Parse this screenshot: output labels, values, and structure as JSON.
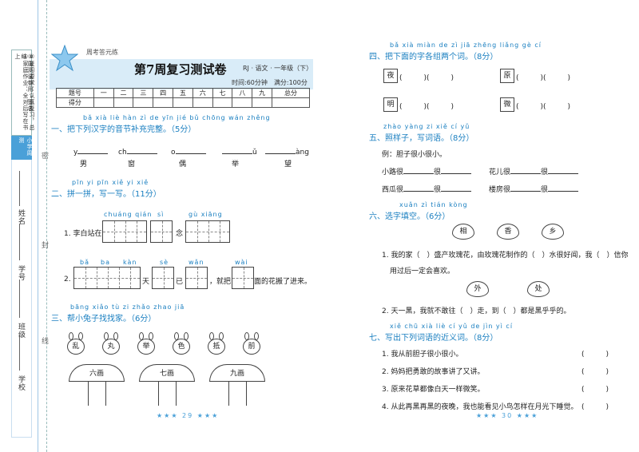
{
  "header": {
    "tag": "周考答元练",
    "title": "第7周复习测试卷",
    "subject": "RJ · 语文 · 一年级（下）",
    "time": "时间:60分钟",
    "score_total": "满分:100分"
  },
  "binding": {
    "box_text": [
      "①家庭作业：全对后写在书上",
      "②复习要求：认真复习，总结",
      "③周测试卷用：签名"
    ],
    "blue_tab": "小学周测",
    "fields": [
      "学校",
      "班级",
      "学号",
      "姓名"
    ],
    "seal": [
      "密",
      "封",
      "线"
    ]
  },
  "score_table": {
    "row1": [
      "题号",
      "一",
      "二",
      "三",
      "四",
      "五",
      "六",
      "七",
      "八",
      "九",
      "总分"
    ],
    "row2_label": "得分"
  },
  "s1": {
    "pinyin": "bǎ xià liè hàn zì de yīn jié bǔ chōng wán zhěng",
    "title": "一、把下列汉字的音节补充完整。（5分）",
    "items": [
      {
        "py": "y",
        "hz": "男"
      },
      {
        "py": "ch",
        "hz": "窗"
      },
      {
        "py": "o",
        "hz": "偶"
      },
      {
        "py": "ǔ",
        "hz": "举"
      },
      {
        "py": "àng",
        "hz": "望"
      }
    ]
  },
  "s2": {
    "pinyin": "pīn yi pīn   xiě yi xiě",
    "title": "二、拼一拼，写一写。（11分）",
    "line1_py": [
      "chuáng qián",
      "sì",
      "gù xiāng"
    ],
    "line1": [
      "1. 李白站在",
      "",
      "念",
      ""
    ],
    "line2_py": [
      "bǎ",
      "ba",
      "kàn",
      "sè",
      "wǎn",
      "wài"
    ],
    "line2": [
      "2.",
      "天",
      "已",
      "，就把",
      "面的花搬了进来。"
    ]
  },
  "s3": {
    "pinyin": "bāng xiǎo tù zi zhǎo zhao jiā",
    "title": "三、帮小兔子找找家。（6分）",
    "bunnies": [
      "乱",
      "丸",
      "举",
      "色",
      "抵",
      "前"
    ],
    "houses": [
      "六画",
      "七画",
      "九画"
    ]
  },
  "footer_left": "★★★ 29 ★★★",
  "s4": {
    "pinyin": "bǎ xià miàn de zì jiā zhēng liǎng gè cí",
    "title": "四、把下面的字各组两个词。（8分）",
    "chars": [
      "夜",
      "原",
      "明",
      "微"
    ]
  },
  "s5": {
    "pinyin": "zhào yàng zi   xiě cí yǔ",
    "title": "五、照样子，写词语。（8分）",
    "example": "例：胆子很小很小。",
    "items": [
      "小路很",
      "很",
      "花儿很",
      "很",
      "西瓜很",
      "很",
      "楼房很",
      "很"
    ]
  },
  "s6": {
    "pinyin": "xuǎn zì tián kòng",
    "title": "六、选字填空。（6分）",
    "hearts1": [
      "相",
      "香",
      "乡"
    ],
    "q1": "1. 我的家（　）盛产玫瑰花，由玫瑰花制作的（　）水很好闻，我（　）信你",
    "q1b": "用过后一定会喜欢。",
    "hearts2": [
      "外",
      "处"
    ],
    "q2": "2. 天一黑，我就不敢往（　）走，到（　）都是黑乎乎的。"
  },
  "s7": {
    "pinyin": "xiě chū xià liè cí yǔ de jìn yì cí",
    "title": "七、写出下列词语的近义词。（8分）",
    "items": [
      "1. 我从前胆子很小很小。",
      "2. 妈妈把勇敢的故事讲了又讲。",
      "3. 原来花草都像白天一样微笑。",
      "4. 从此再黑再黑的夜晚，我也能看见小鸟怎样在月光下睡觉。"
    ],
    "paren": "(　　　)"
  },
  "footer_right": "★★★ 30 ★★★"
}
